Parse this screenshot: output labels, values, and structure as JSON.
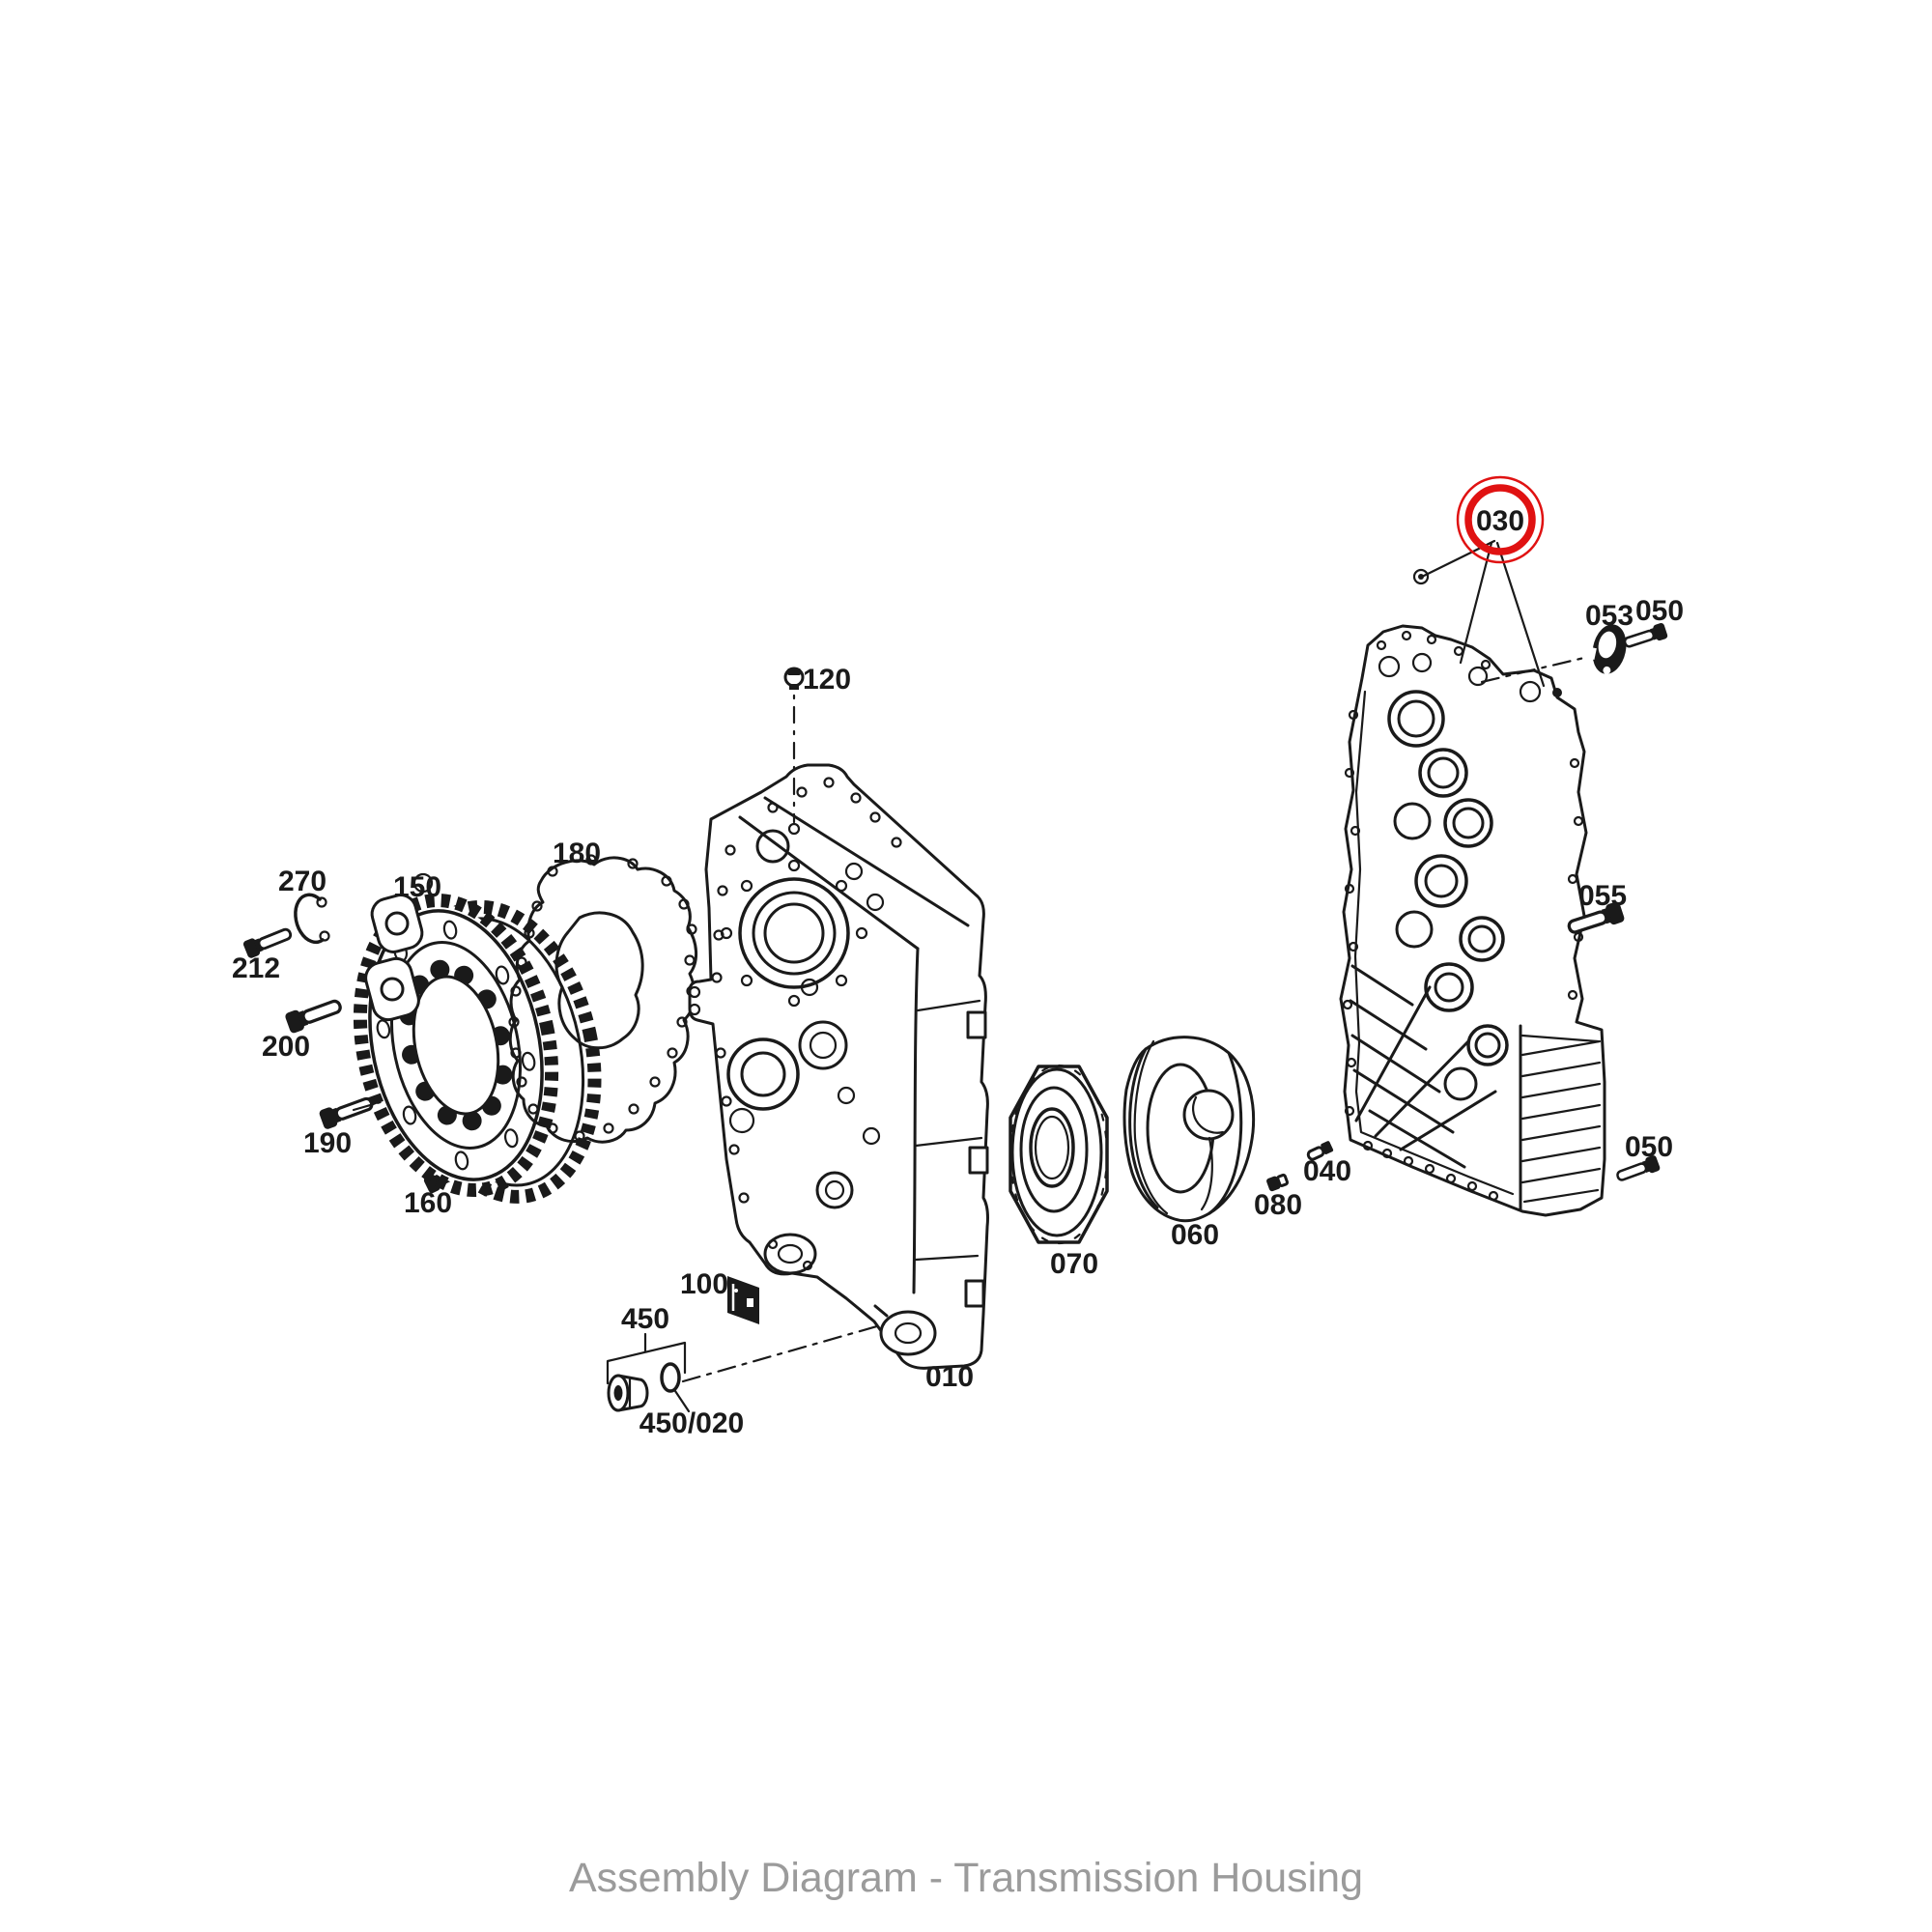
{
  "diagram": {
    "caption": "Assembly Diagram - Transmission Housing",
    "highlighted_part": "030",
    "colors": {
      "line": "#1a1a1a",
      "highlight": "#e01212",
      "caption": "#9b9b9b",
      "background": "#ffffff"
    },
    "labels": {
      "p010": "010",
      "p030": "030",
      "p040": "040",
      "p050a": "050",
      "p050b": "050",
      "p053": "053",
      "p055": "055",
      "p060": "060",
      "p070": "070",
      "p080": "080",
      "p100": "100",
      "p120": "120",
      "p150": "150",
      "p160": "160",
      "p180": "180",
      "p190": "190",
      "p200": "200",
      "p212": "212",
      "p270": "270",
      "p450": "450",
      "p450_020": "450/020"
    }
  }
}
